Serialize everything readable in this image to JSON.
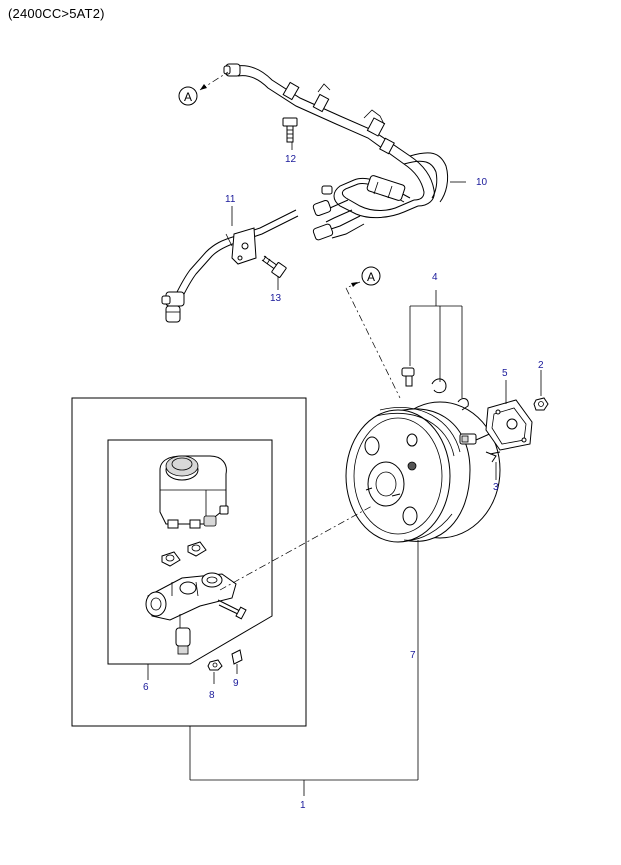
{
  "title": "(2400CC>5AT2)",
  "callouts": {
    "c1": "1",
    "c2": "2",
    "c3": "3",
    "c4": "4",
    "c5": "5",
    "c6": "6",
    "c7": "7",
    "c8": "8",
    "c9": "9",
    "c10": "10",
    "c11": "11",
    "c12": "12",
    "c13": "13"
  },
  "reference_marks": {
    "top": "A",
    "lower": "A"
  },
  "colors": {
    "callout_text": "#1a1a9a",
    "line": "#000000"
  }
}
